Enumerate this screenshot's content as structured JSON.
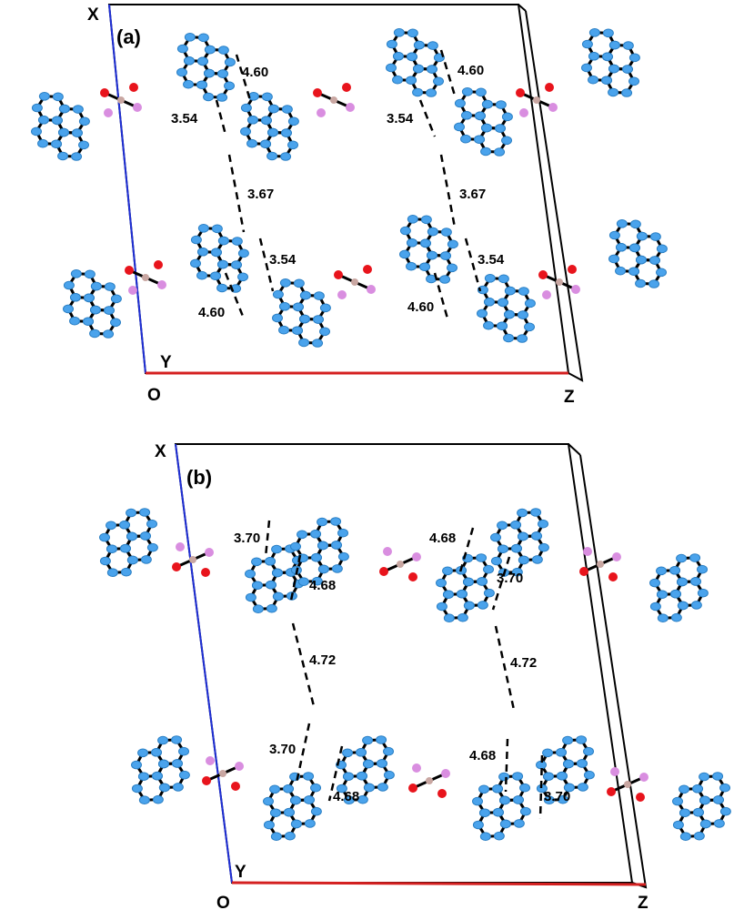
{
  "panels": [
    {
      "label": "(a)",
      "axis_labels": {
        "x": "X",
        "y": "Y",
        "origin": "O",
        "z": "Z"
      },
      "distances": [
        "4.60",
        "3.54",
        "4.60",
        "3.54",
        "3.67",
        "3.67",
        "3.54",
        "3.54",
        "4.60",
        "4.60"
      ]
    },
    {
      "label": "(b)",
      "axis_labels": {
        "x": "X",
        "y": "Y",
        "origin": "O",
        "z": "Z"
      },
      "distances": [
        "3.70",
        "4.68",
        "4.68",
        "3.70",
        "4.72",
        "4.72",
        "3.70",
        "4.68",
        "4.68",
        "3.70"
      ]
    }
  ],
  "colors": {
    "carbon": "#4aa3ec",
    "oxygen": "#e8141c",
    "other": "#d98ee0",
    "center": "#c9a7a2",
    "x_axis": "#1f2fd6",
    "z_axis": "#d42020",
    "bond": "#000000"
  }
}
